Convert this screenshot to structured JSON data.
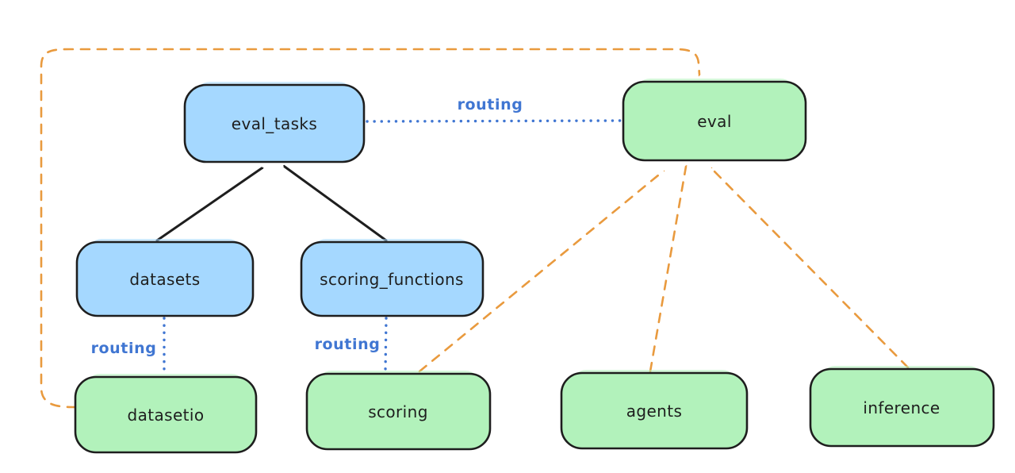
{
  "colors": {
    "background": "#ffffff",
    "stroke": "#1e1e1e",
    "blue_fill": "#a5d8ff",
    "green_fill": "#b2f2bb",
    "routing_blue": "#4076d2",
    "orange": "#e99a3e"
  },
  "nodes": {
    "eval_tasks": {
      "label": "eval_tasks",
      "fill": "#a5d8ff"
    },
    "eval": {
      "label": "eval",
      "fill": "#b2f2bb"
    },
    "datasets": {
      "label": "datasets",
      "fill": "#a5d8ff"
    },
    "scoring_functions": {
      "label": "scoring_functions",
      "fill": "#a5d8ff"
    },
    "datasetio": {
      "label": "datasetio",
      "fill": "#b2f2bb"
    },
    "scoring": {
      "label": "scoring",
      "fill": "#b2f2bb"
    },
    "agents": {
      "label": "agents",
      "fill": "#b2f2bb"
    },
    "inference": {
      "label": "inference",
      "fill": "#b2f2bb"
    }
  },
  "labels": {
    "routing_eval": "routing",
    "routing_datasetio": "routing",
    "routing_scoring": "routing"
  },
  "edges": [
    {
      "from": "datasets",
      "to": "eval_tasks",
      "style": "solid",
      "color": "black"
    },
    {
      "from": "scoring_functions",
      "to": "eval_tasks",
      "style": "solid",
      "color": "black"
    },
    {
      "from": "eval_tasks",
      "to": "eval",
      "style": "dotted",
      "color": "blue",
      "label": "routing"
    },
    {
      "from": "datasets",
      "to": "datasetio",
      "style": "dotted",
      "color": "blue",
      "label": "routing"
    },
    {
      "from": "scoring_functions",
      "to": "scoring",
      "style": "dotted",
      "color": "blue",
      "label": "routing"
    },
    {
      "from": "datasetio",
      "to": "eval",
      "style": "dashed",
      "color": "orange"
    },
    {
      "from": "scoring",
      "to": "eval",
      "style": "dashed",
      "color": "orange"
    },
    {
      "from": "agents",
      "to": "eval",
      "style": "dashed",
      "color": "orange"
    },
    {
      "from": "inference",
      "to": "eval",
      "style": "dashed",
      "color": "orange"
    }
  ]
}
